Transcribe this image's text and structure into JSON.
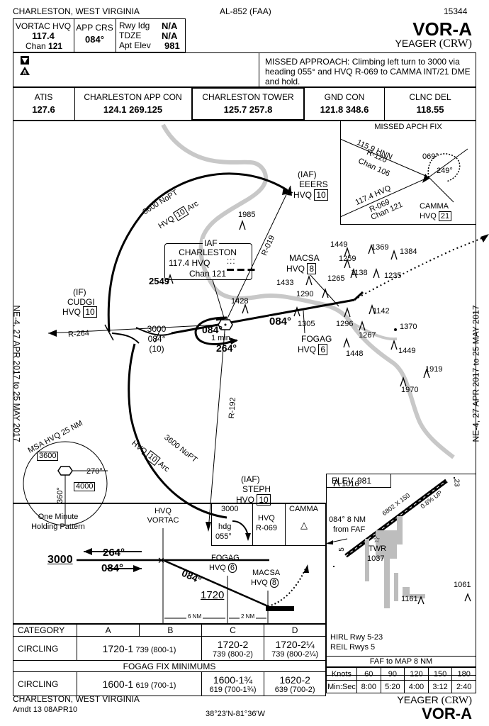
{
  "header": {
    "location": "CHARLESTON, WEST VIRGINIA",
    "procedure_id": "AL-852 (FAA)",
    "chart_number": "15344",
    "vortac_label": "VORTAC HVQ",
    "vortac_freq": "117.4",
    "chan_label": "Chan",
    "chan_value": "121",
    "app_crs_label": "APP CRS",
    "app_crs_value": "084°",
    "rwy_idg_label": "Rwy Idg",
    "rwy_idg_value": "N/A",
    "tdze_label": "TDZE",
    "tdze_value": "N/A",
    "apt_elev_label": "Apt Elev",
    "apt_elev_value": "981",
    "approach_title": "VOR-A",
    "airport_name": "YEAGER",
    "airport_id": "(CRW)"
  },
  "briefing": {
    "missed_approach": "MISSED APPROACH:  Climbing left turn to 3000 via heading 055° and HVQ R-069 to CAMMA INT/21 DME and hold."
  },
  "comms": [
    {
      "label": "ATIS",
      "value": "127.6"
    },
    {
      "label": "CHARLESTON APP CON",
      "value": "124.1  269.125"
    },
    {
      "label": "CHARLESTON TOWER",
      "value": "125.7  257.8"
    },
    {
      "label": "GND CON",
      "value": "121.8  348.6"
    },
    {
      "label": "CLNC DEL",
      "value": "118.55"
    }
  ],
  "plan_view": {
    "side_note": "NE-4,  27 APR 2017  to  25 MAY 2017",
    "iaf_charleston": {
      "tag": "IAF",
      "name": "CHARLESTON",
      "freq": "117.4",
      "ident": "HVQ",
      "chan": "Chan 121"
    },
    "iaf_eeers": {
      "tag": "(IAF)",
      "name": "EEERS",
      "ident": "HVQ",
      "dme": "10"
    },
    "iaf_steph": {
      "tag": "(IAF)",
      "name": "STEPH",
      "ident": "HVQ",
      "dme": "10"
    },
    "if_cudgi": {
      "tag": "(IF)",
      "name": "CUDGI",
      "ident": "HVQ",
      "dme": "10"
    },
    "macsa": {
      "name": "MACSA",
      "ident": "HVQ",
      "dme": "8"
    },
    "fogag": {
      "name": "FOGAG",
      "ident": "HVQ",
      "dme": "6"
    },
    "arc_upper": {
      "alt": "3600 NoPT",
      "ident": "HVQ",
      "dme": "10",
      "suffix": "Arc"
    },
    "arc_lower": {
      "alt": "3600 NoPT",
      "ident": "HVQ",
      "dme": "10",
      "suffix": "Arc"
    },
    "radials": {
      "r019": "R-019",
      "r192": "R-192",
      "r264": "R-264"
    },
    "final_alt": "3000",
    "final_crs": "084°",
    "final_dme": "(10)",
    "hold_out": "084°",
    "hold_in": "264°",
    "hold_time": "1 min",
    "course_label": "084°",
    "obstacles": [
      "1985",
      "2549",
      "1428",
      "1449",
      "1369",
      "1384",
      "1259",
      "1265",
      "1138",
      "1235",
      "1433",
      "1290",
      "1305",
      "1296",
      "1142",
      "1267",
      "1370",
      "1448",
      "1449",
      "1919",
      "1970"
    ],
    "missed_inset": {
      "title": "MISSED APCH FIX",
      "hnn_freq": "115.9",
      "hnn_ident": "HNN",
      "hnn_radial": "R-120",
      "hnn_chan": "Chan 106",
      "hvq_freq": "117.4",
      "hvq_ident": "HVQ",
      "hvq_radial": "R-069",
      "hvq_chan": "Chan 121",
      "hold_out": "069°",
      "hold_in": "249°",
      "fix_name": "CAMMA",
      "fix_ident": "HVQ",
      "fix_dme": "21"
    },
    "msa": {
      "title": "MSA HVQ 25 NM",
      "alt_north": "3600",
      "alt_south": "4000",
      "brg_a": "270°",
      "brg_b": "360°"
    }
  },
  "profile": {
    "title": "One Minute Holding Pattern",
    "vortac_ident": "HVQ",
    "vortac_label": "VORTAC",
    "alt_3000": "3000",
    "crs_in": "264°",
    "crs_out": "084°",
    "fogag_name": "FOGAG",
    "fogag_ident": "HVQ",
    "fogag_dme": "6",
    "macsa_name": "MACSA",
    "macsa_ident": "HVQ",
    "macsa_dme": "8",
    "alt_1720": "1720",
    "dist_a": "6 NM",
    "dist_b": "2 NM",
    "icon_alt": "3000",
    "icon_hdg": "hdg",
    "icon_hdg_val": "055°",
    "icon_ident": "HVQ",
    "icon_radial": "R-069",
    "icon_fix": "CAMMA"
  },
  "airport": {
    "elev_label": "ELEV",
    "elev_value": "981",
    "obstacle_1016": "1016",
    "obstacle_1061": "1061",
    "obstacle_1161": "1161",
    "twr_label": "TWR",
    "twr_elev": "1037",
    "rwy_dims": "6802 X 150",
    "rwy_grad": "0.8% UP",
    "rwy_end_a": "5",
    "rwy_end_b": "23",
    "course_note_1": "084° 8 NM",
    "course_note_2": "from FAF",
    "lighting_1": "HIRL Rwy 5-23",
    "lighting_2": "REIL Rwys 5"
  },
  "minimums": {
    "category_label": "CATEGORY",
    "categories": [
      "A",
      "B",
      "C",
      "D"
    ],
    "circling_label": "CIRCLING",
    "circling_ab_1": "1720-1",
    "circling_ab_2": "739 (800-1)",
    "circling_c_1": "1720-2",
    "circling_c_2": "739 (800-2)",
    "circling_d_1": "1720-2¼",
    "circling_d_2": "739 (800-2¼)",
    "fogag_title": "FOGAG FIX MINIMUMS",
    "fogag_ab_1": "1600-1",
    "fogag_ab_2": "619 (700-1)",
    "fogag_c_1": "1600-1¾",
    "fogag_c_2": "619 (700-1¾)",
    "fogag_d_1": "1620-2",
    "fogag_d_2": "639 (700-2)"
  },
  "timing": {
    "title": "FAF to MAP  8 NM",
    "knots_label": "Knots",
    "minsec_label": "Min:Sec",
    "knots": [
      "60",
      "90",
      "120",
      "150",
      "180"
    ],
    "times": [
      "8:00",
      "5:20",
      "4:00",
      "3:12",
      "2:40"
    ]
  },
  "footer": {
    "location": "CHARLESTON, WEST VIRGINIA",
    "amendment": "Amdt 13  08APR10",
    "coordinates": "38°23'N-81°36'W",
    "airport_name": "YEAGER",
    "airport_id": "(CRW)",
    "approach_title": "VOR-A"
  }
}
